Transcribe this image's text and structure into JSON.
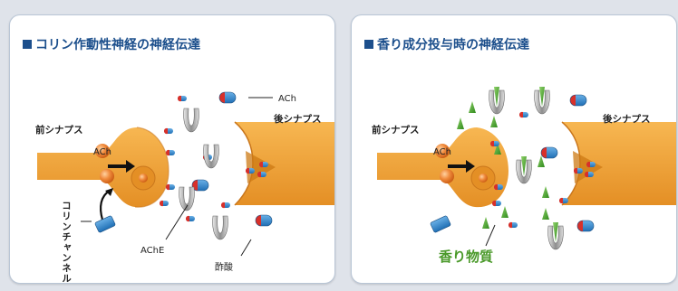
{
  "left": {
    "title": "コリン作動性神経の神経伝達",
    "pre_synapse": "前シナプス",
    "post_synapse": "後シナプス",
    "ach_inside": "ACh",
    "ach_label": "ACh",
    "choline_channel": "コリンチャンネル",
    "ache": "AChE",
    "acetic_acid": "酢酸"
  },
  "right": {
    "title": "香り成分投与時の神経伝達",
    "pre_synapse": "前シナプス",
    "post_synapse": "後シナプス",
    "ach_inside": "ACh",
    "aroma_substance": "香り物質"
  },
  "colors": {
    "title": "#1c4f8c",
    "neuron": "#f2a23a",
    "receptor": "#cc7a14",
    "capsule_red": "#d8302a",
    "capsule_blue": "#2f7fc4",
    "aroma": "#4b9a2b"
  }
}
